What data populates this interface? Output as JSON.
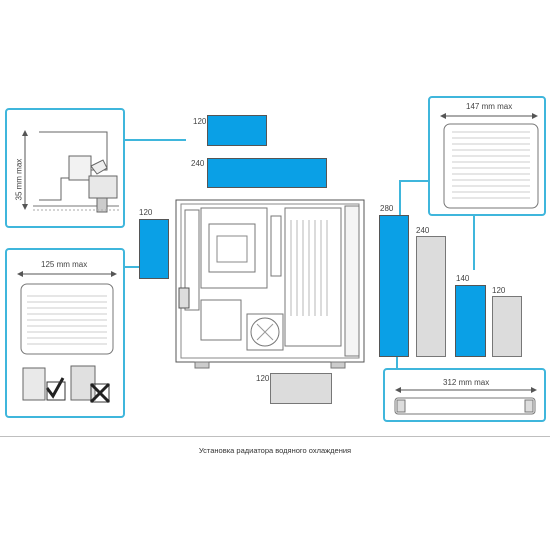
{
  "labels": {
    "top_120": "120",
    "top_240": "240",
    "left_120": "120",
    "bottom_120": "120",
    "r280": "280",
    "r240": "240",
    "r140": "140",
    "r120": "120",
    "dim_35": "35 mm max",
    "dim_125": "125 mm max",
    "dim_147": "147 mm max",
    "dim_312": "312 mm max"
  },
  "caption": "Установка радиатора водяного охлаждения",
  "colors": {
    "accent_frame": "#3fb6dc",
    "radiator_blue": "#0aa0e6",
    "radiator_grey": "#dcdcdc"
  }
}
